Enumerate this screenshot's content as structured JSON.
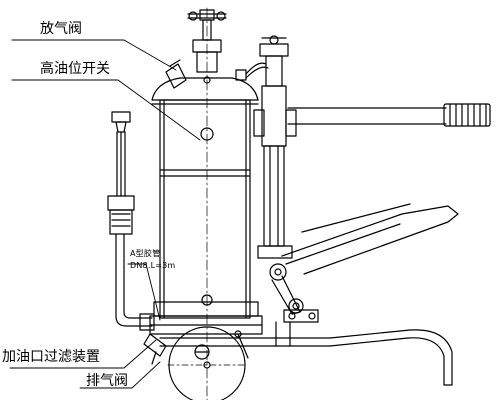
{
  "labels": {
    "vent_valve": "放气阀",
    "high_oil_switch": "高油位开关",
    "hose_type": "A型胶管",
    "hose_spec": "DN8.L=3m",
    "fill_filter": "加油口过滤装置",
    "exhaust_valve": "排气阀"
  },
  "colors": {
    "line": "#000000",
    "background": "#ffffff"
  }
}
